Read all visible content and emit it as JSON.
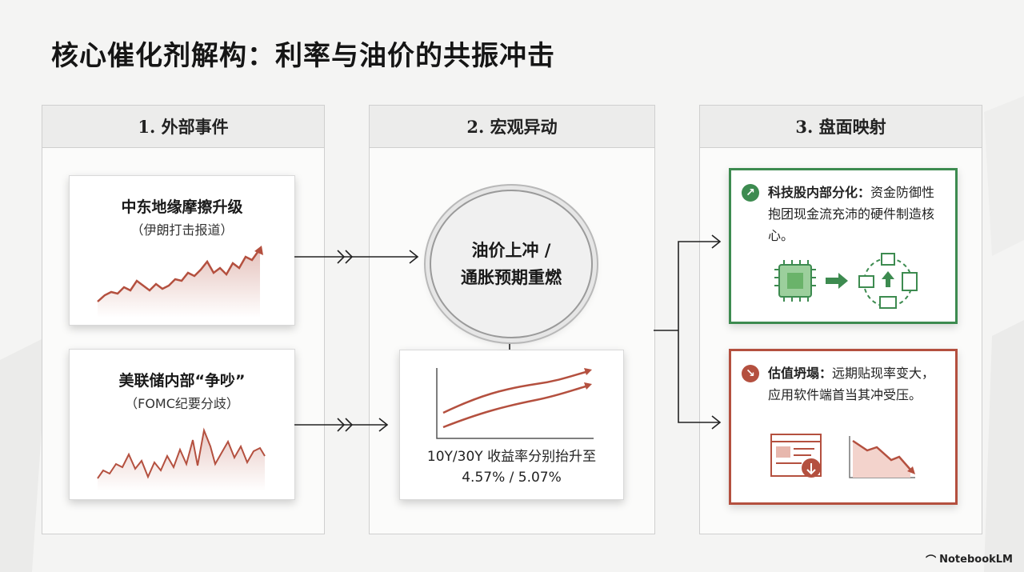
{
  "title": "核心催化剂解构：利率与油价的共振冲击",
  "columns": [
    {
      "header": "1. 外部事件"
    },
    {
      "header": "2. 宏观异动"
    },
    {
      "header": "3. 盘面映射"
    }
  ],
  "events": [
    {
      "title": "中东地缘摩擦升级",
      "subtitle": "（伊朗打击报道）"
    },
    {
      "title": "美联储内部“争吵”",
      "subtitle": "（FOMC纪要分歧）"
    }
  ],
  "macro": {
    "circle_line1": "油价上冲 /",
    "circle_line2": "通胀预期重燃",
    "yield_line1": "10Y/30Y 收益率分别抬升至",
    "yield_line2": "4.57% / 5.07%"
  },
  "impacts": [
    {
      "bold": "科技股内部分化：",
      "text": "资金防御性抱团现金流充沛的硬件制造核心。",
      "icon": "arrow-up-right-icon",
      "color": "#3d8b50"
    },
    {
      "bold": "估值坍塌：",
      "text": "远期贴现率变大，应用软件端首当其冲受压。",
      "icon": "arrow-down-right-icon",
      "color": "#b4503f"
    }
  ],
  "brand": "NotebookLM",
  "colors": {
    "accent_red": "#b4503f",
    "accent_green": "#3d8b50",
    "border": "#cfcfcf"
  }
}
